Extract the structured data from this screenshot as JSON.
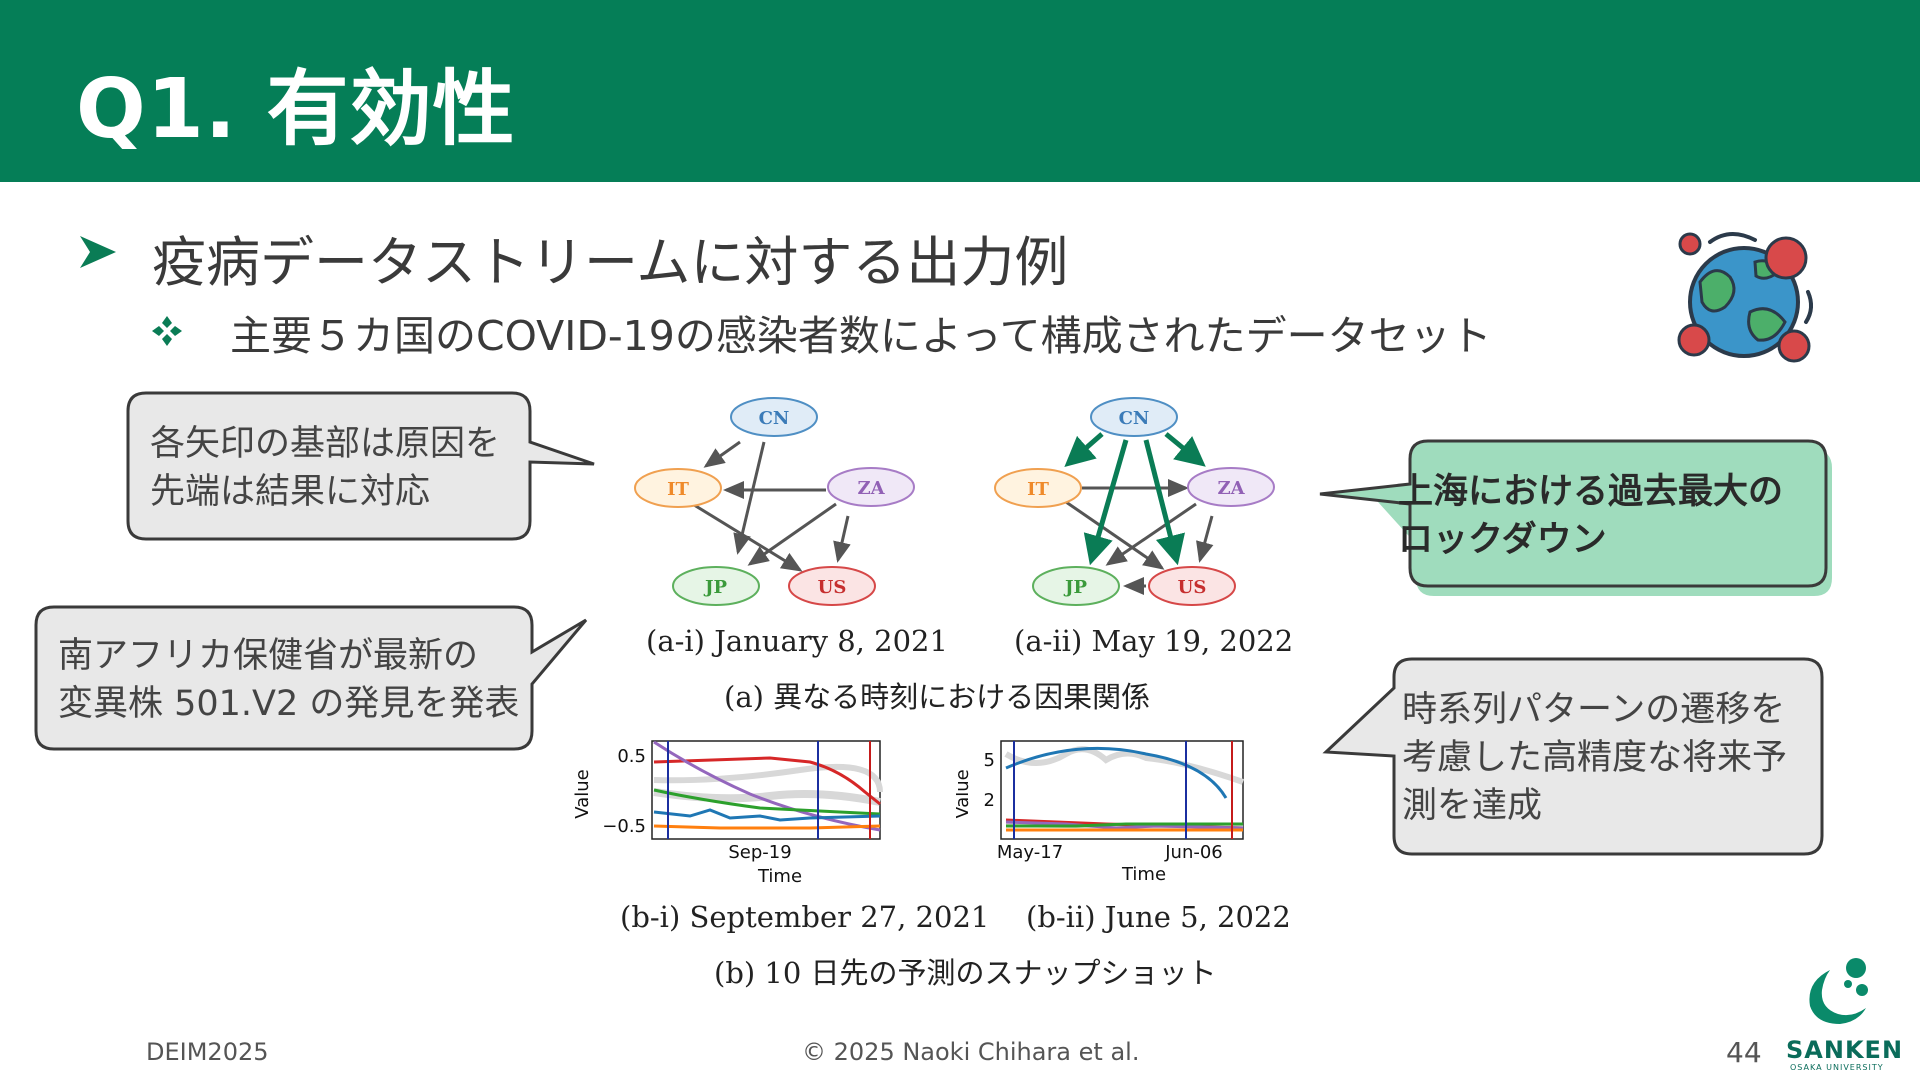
{
  "slide": {
    "title": "Q1. 有効性",
    "bullet1": "疫病データストリームに対する出力例",
    "bullet2": "主要５カ国のCOVID-19の感染者数によって構成されたデータセット"
  },
  "callouts": {
    "top_left": [
      "各矢印の基部は原因を",
      "先端は結果に対応"
    ],
    "bottom_left": [
      "南アフリカ保健省が最新の",
      "変異株 501.V2 の発見を発表"
    ],
    "top_right": [
      "上海における過去最大の",
      "ロックダウン"
    ],
    "bottom_right": [
      "時系列パターンの遷移を",
      "考慮した高精度な将来予",
      "測を達成"
    ]
  },
  "figure": {
    "graphs": [
      {
        "caption": "(a-i) January 8, 2021",
        "nodes": {
          "CN": "CN",
          "IT": "IT",
          "ZA": "ZA",
          "JP": "JP",
          "US": "US"
        }
      },
      {
        "caption": "(a-ii) May 19, 2022",
        "nodes": {
          "CN": "CN",
          "IT": "IT",
          "ZA": "ZA",
          "JP": "JP",
          "US": "US"
        }
      }
    ],
    "caption_a": "(a) 異なる時刻における因果関係",
    "caption_b_i": "(b-i) September 27, 2021",
    "caption_b_ii": "(b-ii) June 5, 2022",
    "caption_b": "(b) 10 日先の予測のスナップショット"
  },
  "chart_data": [
    {
      "type": "line",
      "xlabel": "Time",
      "ylabel": "Value",
      "x_ticks": [
        "Sep-19"
      ],
      "y_ticks": [
        "0.5",
        "−0.5"
      ],
      "series_colors": [
        "#d62728",
        "#9467bd",
        "#2ca02c",
        "#1f77b4",
        "#ff7f0e"
      ]
    },
    {
      "type": "line",
      "xlabel": "Time",
      "ylabel": "Value",
      "x_ticks": [
        "May-17",
        "Jun-06"
      ],
      "y_ticks": [
        "5",
        "2"
      ],
      "series_colors": [
        "#1f77b4",
        "#d62728",
        "#9467bd",
        "#2ca02c",
        "#ff7f0e"
      ]
    }
  ],
  "footer": {
    "left": "DEIM2025",
    "center": "© 2025 Naoki Chihara et al.",
    "page": "44",
    "logo_text": "SANKEN",
    "logo_sub": "OSAKA UNIVERSITY"
  },
  "colors": {
    "header": "#057e57",
    "highlight_bubble": "#9fdcbd",
    "bubble_fill": "#e8e8e8",
    "arrow_highlight": "#0a7c55"
  },
  "icons": [
    "arrow-bullet-icon",
    "diamond-bullet-icon",
    "virus-globe-icon",
    "sanken-logo-icon"
  ]
}
